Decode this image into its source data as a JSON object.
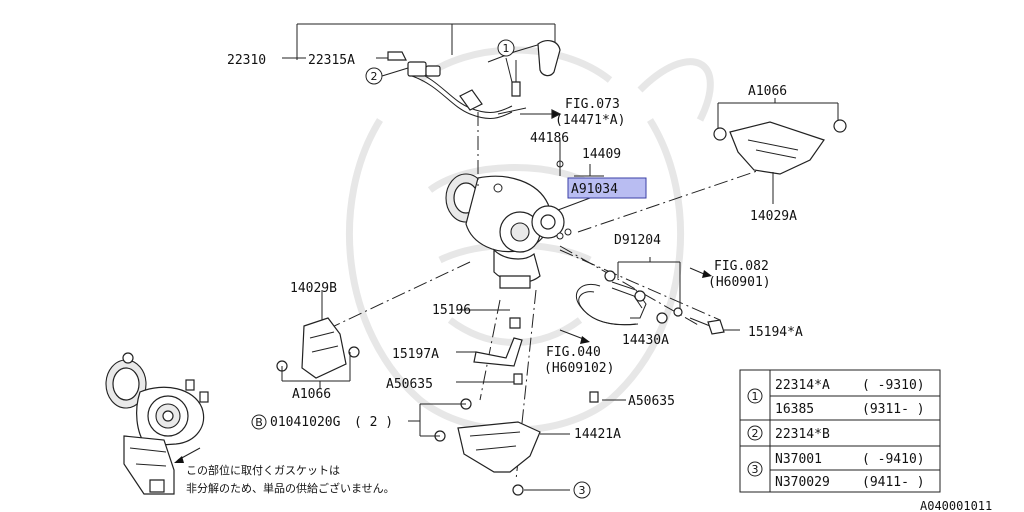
{
  "labels": {
    "p22310": "22310",
    "p22315a": "22315A",
    "fig073": "FIG.073",
    "fig073_ref": "(14471*A)",
    "p44186": "44186",
    "p14409": "14409",
    "a91034": "A91034",
    "a1066_top": "A1066",
    "p14029a": "14029A",
    "d91204": "D91204",
    "fig082": "FIG.082",
    "fig082_ref": "(H60901)",
    "p14029b": "14029B",
    "p15196": "15196",
    "p15194a": "15194*A",
    "p14430a": "14430A",
    "p15197a": "15197A",
    "fig040": "FIG.040",
    "fig040_ref": "(H609102)",
    "a50635_left": "A50635",
    "a50635_right": "A50635",
    "a1066_bottom": "A1066",
    "bolt_b": "01041020G",
    "bolt_qty": "( 2 )",
    "p14421a": "14421A",
    "note_line1": "この部位に取付くガスケットは",
    "note_line2": "非分解のため、単品の供給ございません。",
    "diagram_id": "A040001011"
  },
  "callouts": {
    "c1": "1",
    "c2": "2",
    "c3": "3",
    "cb": "B"
  },
  "table": {
    "rows": [
      {
        "ref": "1",
        "part": "22314*A",
        "range": "( -9310)"
      },
      {
        "ref": "1",
        "part": "16385",
        "range": "(9311- )"
      },
      {
        "ref": "2",
        "part": "22314*B",
        "range": ""
      },
      {
        "ref": "3",
        "part": "N37001",
        "range": "( -9410)"
      },
      {
        "ref": "3",
        "part": "N370029",
        "range": "(9411- )"
      }
    ]
  },
  "colors": {
    "highlight": "#b9bdf2",
    "line": "#222222"
  }
}
